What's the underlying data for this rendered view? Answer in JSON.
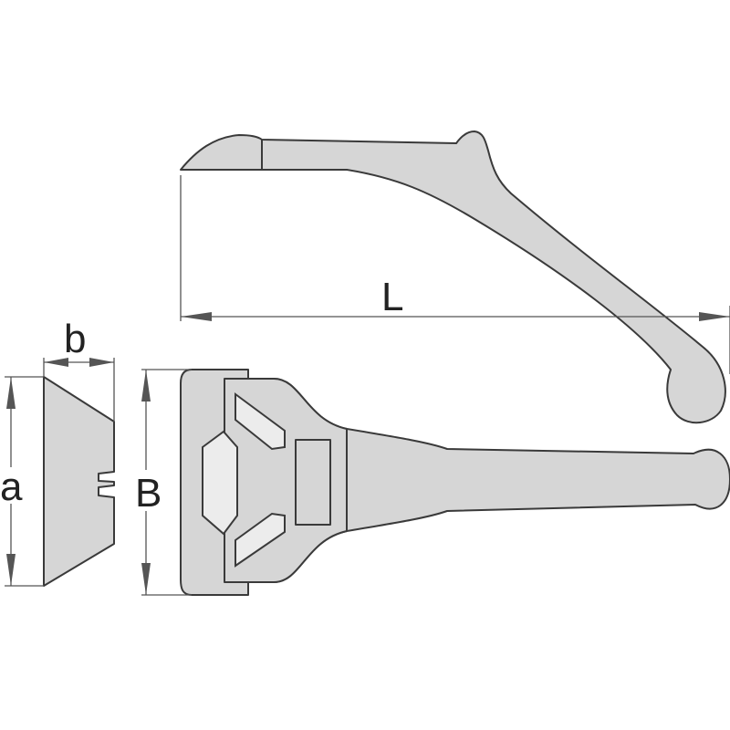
{
  "dimensions": {
    "length_label": "L",
    "blade_width_label": "b",
    "blade_height_label": "a",
    "head_height_label": "B"
  },
  "colors": {
    "fill": "#d6d6d6",
    "stroke": "#3a3a3a"
  }
}
